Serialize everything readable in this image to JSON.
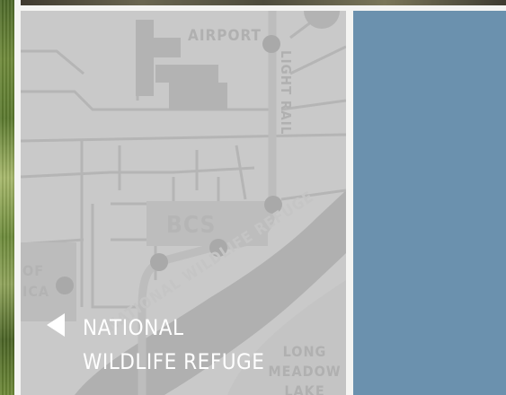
{
  "map": {
    "labels": {
      "airport": "AIRPORT",
      "light_rail": "LIGHT RAIL",
      "bcs": "BCS",
      "of": "OF",
      "ica": "ICA",
      "refuge_band": "NATIONAL WILDLIFE REFUGE",
      "long": "LONG",
      "meadow": "MEADOW",
      "lake": "LAKE"
    },
    "colors": {
      "background": "#c9c9c9",
      "roads": "#b3b3b3",
      "river": "#adadad",
      "stations": "#a9a9a9"
    }
  },
  "callout": {
    "icon": "arrow-left-icon",
    "line1": "NATIONAL",
    "line2": "WILDLIFE REFUGE"
  },
  "theme": {
    "blue_panel": "#6b91ae"
  }
}
